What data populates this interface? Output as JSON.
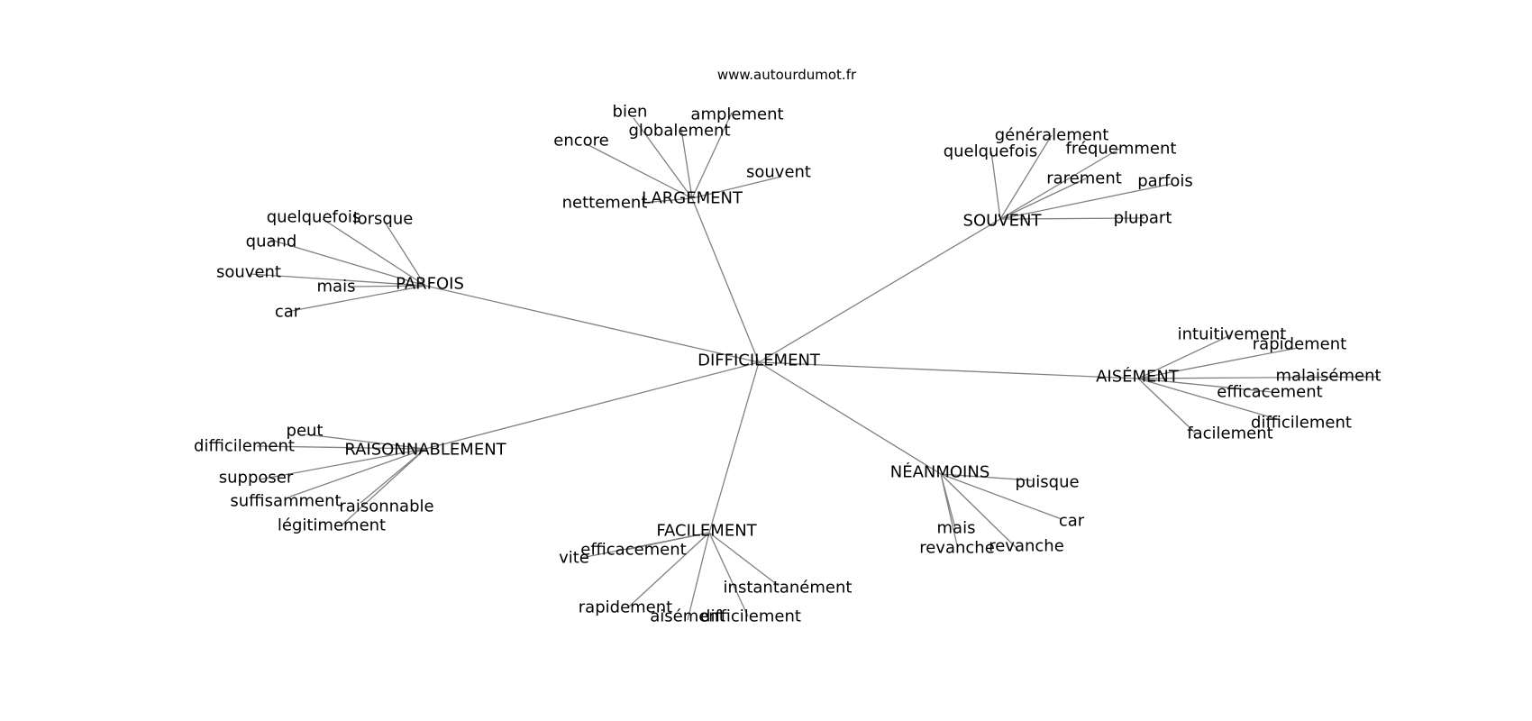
{
  "source": "www.autourdumot.fr",
  "center": "DIFFICILEMENT",
  "clusters": [
    {
      "hub": "LARGEMENT",
      "leaves": [
        "bien",
        "amplement",
        "globalement",
        "encore",
        "souvent",
        "nettement"
      ]
    },
    {
      "hub": "SOUVENT",
      "leaves": [
        "généralement",
        "quelquefois",
        "fréquemment",
        "rarement",
        "parfois",
        "plupart"
      ]
    },
    {
      "hub": "PARFOIS",
      "leaves": [
        "quelquefois",
        "lorsque",
        "quand",
        "souvent",
        "mais",
        "car"
      ]
    },
    {
      "hub": "AISÉMENT",
      "leaves": [
        "intuitivement",
        "rapidement",
        "malaisément",
        "efficacement",
        "difficilement",
        "facilement"
      ]
    },
    {
      "hub": "RAISONNABLEMENT",
      "leaves": [
        "peut",
        "difficilement",
        "supposer",
        "suffisamment",
        "raisonnable",
        "légitimement"
      ]
    },
    {
      "hub": "NÉANMOINS",
      "leaves": [
        "puisque",
        "car",
        "mais",
        "revanche",
        "revanche"
      ]
    },
    {
      "hub": "FACILEMENT",
      "leaves": [
        "efficacement",
        "vite",
        "instantanément",
        "rapidement",
        "aisément",
        "difficilement"
      ]
    }
  ]
}
